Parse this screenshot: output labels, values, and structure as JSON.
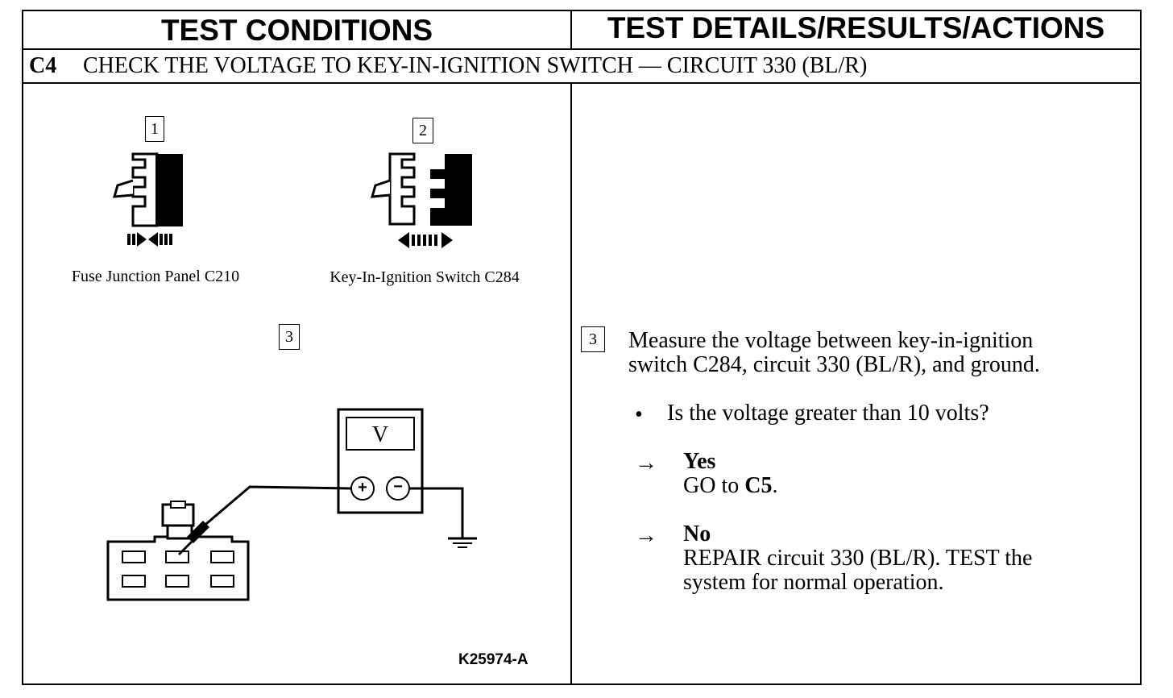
{
  "header": {
    "left_title": "TEST CONDITIONS",
    "right_title": "TEST DETAILS/RESULTS/ACTIONS"
  },
  "step": {
    "id": "C4",
    "title": "CHECK THE VOLTAGE TO KEY-IN-IGNITION SWITCH — CIRCUIT 330 (BL/R)"
  },
  "diagram": {
    "callout_1": "1",
    "callout_2": "2",
    "callout_3": "3",
    "connector_1_label": "Fuse Junction Panel C210",
    "connector_2_label": "Key-In-Ignition Switch C284",
    "meter_symbol": "V",
    "meter_plus": "+",
    "meter_minus": "−",
    "figure_id": "K25974-A"
  },
  "details": {
    "callout": "3",
    "instruction_line1": "Measure the voltage between key-in-ignition",
    "instruction_line2": "switch C284, circuit 330 (BL/R), and ground.",
    "bullet": "•",
    "question": "Is the voltage greater than 10 volts?",
    "arrow": "→",
    "yes_label": "Yes",
    "yes_action_prefix": "GO to ",
    "yes_action_target": "C5",
    "yes_action_suffix": ".",
    "no_label": "No",
    "no_action_line1": "REPAIR circuit 330 (BL/R). TEST the",
    "no_action_line2": "system for normal operation."
  }
}
